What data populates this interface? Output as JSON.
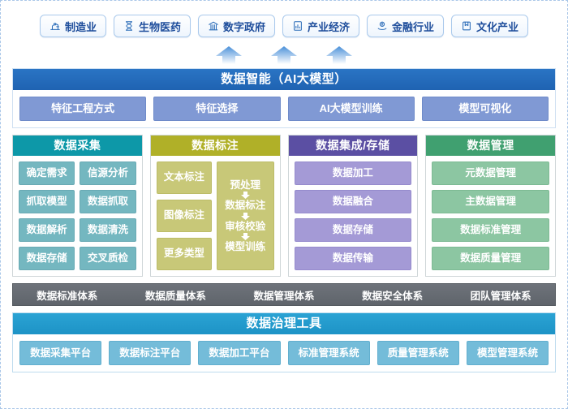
{
  "industries": [
    {
      "label": "制造业",
      "icon": "factory-robot-icon"
    },
    {
      "label": "生物医药",
      "icon": "dna-icon"
    },
    {
      "label": "数字政府",
      "icon": "government-building-icon"
    },
    {
      "label": "产业经济",
      "icon": "document-chart-icon"
    },
    {
      "label": "金融行业",
      "icon": "coin-hand-icon"
    },
    {
      "label": "文化产业",
      "icon": "book-icon"
    }
  ],
  "arrows": {
    "count": 3,
    "direction": "up",
    "color": "#4a90d9"
  },
  "ai": {
    "title": "数据智能（AI大模型）",
    "items": [
      "特征工程方式",
      "特征选择",
      "AI大模型训练",
      "模型可视化"
    ],
    "header_color": "#2a74c4",
    "item_color": "#8099d4"
  },
  "columns": [
    {
      "title": "数据采集",
      "header_color": "#0d98a8",
      "item_color": "#74b7c0",
      "layout": "grid-2col",
      "left": [
        "确定需求",
        "抓取模型",
        "数据解析",
        "数据存储"
      ],
      "right": [
        "信源分析",
        "数据抓取",
        "数据清洗",
        "交叉质检"
      ]
    },
    {
      "title": "数据标注",
      "header_color": "#b0b028",
      "item_color": "#c8c878",
      "layout": "left-boxes-right-flow",
      "left": [
        "文本标注",
        "图像标注",
        "更多类型"
      ],
      "flow": [
        "预处理",
        "数据标注",
        "审核校验",
        "模型训练"
      ]
    },
    {
      "title": "数据集成/存储",
      "header_color": "#5b4fa3",
      "item_color": "#a49ad6",
      "layout": "stack",
      "items": [
        "数据加工",
        "数据融合",
        "数据存储",
        "数据传输"
      ]
    },
    {
      "title": "数据管理",
      "header_color": "#40a070",
      "item_color": "#8cc6a2",
      "layout": "stack",
      "items": [
        "元数据管理",
        "主数据管理",
        "数据标准管理",
        "数据质量管理"
      ]
    }
  ],
  "systems": {
    "band_color": "#6e737a",
    "items": [
      "数据标准体系",
      "数据质量体系",
      "数据管理体系",
      "数据安全体系",
      "团队管理体系"
    ]
  },
  "tools": {
    "title": "数据治理工具",
    "header_color": "#2ba3d4",
    "item_color": "#74bcd9",
    "items": [
      "数据采集平台",
      "数据标注平台",
      "数据加工平台",
      "标准管理系统",
      "质量管理系统",
      "模型管理系统"
    ]
  }
}
